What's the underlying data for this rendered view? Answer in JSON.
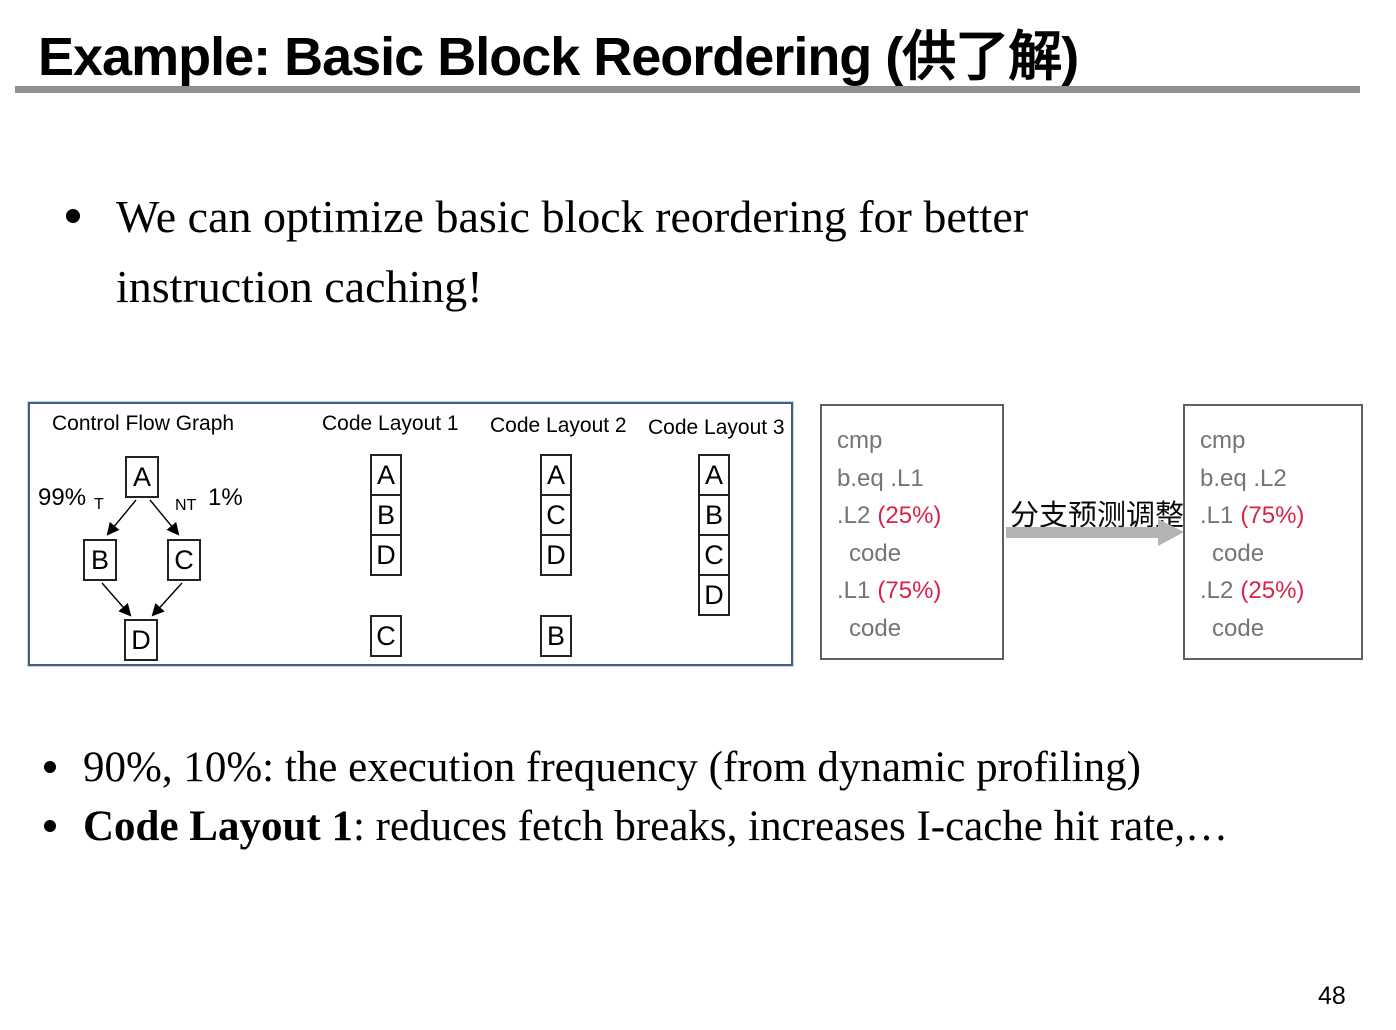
{
  "slide": {
    "title": "Example: Basic Block Reordering (供了解)",
    "page_number": "48"
  },
  "bullets": {
    "main": "We can optimize basic block reordering for better instruction caching!",
    "freq": "90%, 10%: the execution frequency (from dynamic profiling)",
    "layout1_bold": "Code Layout 1",
    "layout1_rest": ": reduces fetch breaks, increases I-cache hit rate,…"
  },
  "figure": {
    "cfg": {
      "title": "Control Flow Graph",
      "node_a": "A",
      "node_b": "B",
      "node_c": "C",
      "node_d": "D",
      "taken_pct": "99%",
      "taken_label": "T",
      "not_taken_label": "NT",
      "not_taken_pct": "1%"
    },
    "layout1": {
      "title": "Code Layout 1",
      "b0": "A",
      "b1": "B",
      "b2": "D",
      "detached": "C"
    },
    "layout2": {
      "title": "Code Layout 2",
      "b0": "A",
      "b1": "C",
      "b2": "D",
      "detached": "B"
    },
    "layout3": {
      "title": "Code Layout 3",
      "b0": "A",
      "b1": "B",
      "b2": "C",
      "b3": "D"
    }
  },
  "asm": {
    "arrow_label": "分支预测调整",
    "before": {
      "l0": {
        "t": "cmp"
      },
      "l1": {
        "t": "b.eq .L1"
      },
      "l2": {
        "t": ".L2",
        "r": "(25%)"
      },
      "l3": {
        "t": "code"
      },
      "l4": {
        "t": ".L1",
        "r": "(75%)"
      },
      "l5": {
        "t": "code"
      }
    },
    "after": {
      "l0": {
        "t": "cmp"
      },
      "l1": {
        "t": "b.eq .L2"
      },
      "l2": {
        "t": ".L1",
        "r": "(75%)"
      },
      "l3": {
        "t": "code"
      },
      "l4": {
        "t": ".L2",
        "r": "(25%)"
      },
      "l5": {
        "t": "code"
      }
    }
  },
  "colors": {
    "highlight_red": "#d8224a",
    "code_gray": "#757575",
    "figure_border_blue": "#41607e",
    "rule_gray": "#8f8f8f",
    "arrow_gray": "#b4b4b4"
  }
}
